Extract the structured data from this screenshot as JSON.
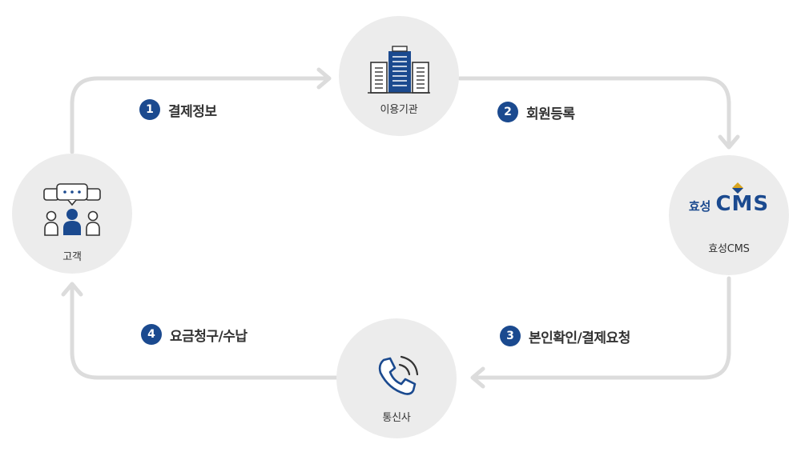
{
  "nodes": {
    "customer": {
      "label": "고객",
      "icon": "customers-chat-icon"
    },
    "institution": {
      "label": "이용기관",
      "icon": "buildings-icon"
    },
    "hyosung_cms": {
      "label": "효성CMS",
      "icon": "hyosung-cms-logo",
      "logo_ko": "효성",
      "logo_en": "CMS"
    },
    "telecom": {
      "label": "통신사",
      "icon": "phone-icon"
    }
  },
  "steps": [
    {
      "num": "1",
      "label": "결제정보"
    },
    {
      "num": "2",
      "label": "회원등록"
    },
    {
      "num": "3",
      "label": "본인확인/결제요청"
    },
    {
      "num": "4",
      "label": "요금청구/수납"
    }
  ],
  "colors": {
    "accent": "#1b4a8f",
    "node_bg": "#ececec",
    "arrow": "#dcdcdc",
    "accent_gold": "#d9a520"
  }
}
